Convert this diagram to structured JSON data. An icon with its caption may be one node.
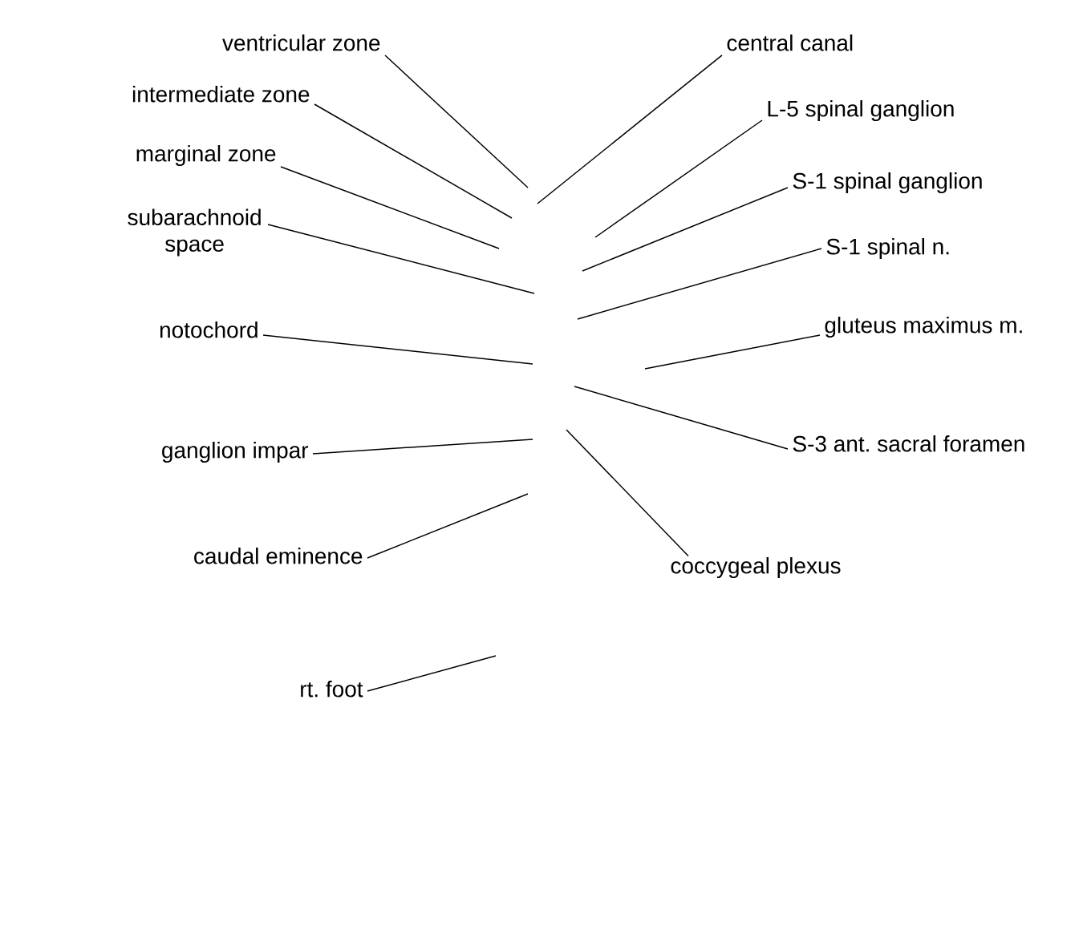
{
  "diagram": {
    "nodes": [
      {
        "text": [
          "ventricular zone"
        ]
      },
      {
        "text": [
          "central canal"
        ]
      },
      {
        "text": [
          "intermediate zone"
        ]
      },
      {
        "text": [
          "L-5 spinal ganglion"
        ]
      },
      {
        "text": [
          "marginal zone"
        ]
      },
      {
        "text": [
          "S-1 spinal ganglion"
        ]
      },
      {
        "text": [
          "subarachnoid space"
        ]
      },
      {
        "text": [
          "S-1 spinal n."
        ]
      },
      {
        "text": [
          "notochord"
        ]
      },
      {
        "text": [
          "gluteus maximus m."
        ]
      },
      {
        "text": [
          "ganglion impar"
        ]
      },
      {
        "text": [
          "S-3 ant. sacral foramen"
        ]
      },
      {
        "text": [
          "caudal eminence"
        ]
      },
      {
        "text": [
          "coccygeal plexus"
        ]
      },
      {
        "text": [
          "rt. foot"
        ]
      }
    ],
    "edges": [
      {
        "from": 0,
        "to": null,
        "arrow": "none"
      },
      {
        "from": 1,
        "to": null,
        "arrow": "none"
      },
      {
        "from": 2,
        "to": null,
        "arrow": "none"
      },
      {
        "from": 3,
        "to": null,
        "arrow": "none"
      },
      {
        "from": 4,
        "to": null,
        "arrow": "none"
      },
      {
        "from": 5,
        "to": null,
        "arrow": "none"
      },
      {
        "from": 6,
        "to": null,
        "arrow": "none"
      },
      {
        "from": 7,
        "to": null,
        "arrow": "none"
      },
      {
        "from": 8,
        "to": null,
        "arrow": "none"
      },
      {
        "from": 9,
        "to": null,
        "arrow": "none"
      },
      {
        "from": 10,
        "to": null,
        "arrow": "none"
      },
      {
        "from": 11,
        "to": null,
        "arrow": "none"
      },
      {
        "from": 12,
        "to": null,
        "arrow": "none"
      },
      {
        "from": 13,
        "to": null,
        "arrow": "none"
      },
      {
        "from": 14,
        "to": null,
        "arrow": "none"
      }
    ]
  }
}
